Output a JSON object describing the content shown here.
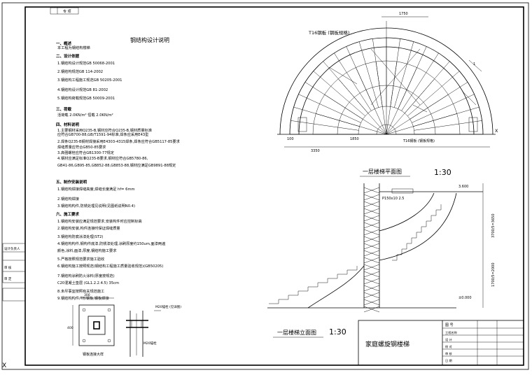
{
  "sheet": {
    "top_tag": "专 项",
    "notes_title": "钢结构设计说明",
    "notes": [
      {
        "t": "一、概述",
        "b": true
      },
      {
        "t": "本工程为钢结构楼梯"
      },
      {
        "t": "二、设计依据",
        "b": true
      },
      {
        "t": "1.钢结构设计规范GB 50068-2001"
      },
      {
        "t": "2.钢结构规范GB 114-2002"
      },
      {
        "t": "3.钢结构工程施工规范GB 50205-2001"
      },
      {
        "t": "4.钢结构设计规范GB 81-2002"
      },
      {
        "t": "5.钢结构荷载规范GB 50009-2001"
      },
      {
        "t": "三、荷载",
        "b": true
      },
      {
        "t": "活荷载 2.0KN/m²    恒载 2.0KN/m²"
      },
      {
        "t": "四、材料说明",
        "b": true
      },
      {
        "t": "1.主要钢材采用Q235-B,钢材应符合Q235-B,钢材质量标准"
      },
      {
        "t": "   应符合GB700-88,GB/T1591-94标准,焊条应采用E43型"
      },
      {
        "t": "2.焊条Q235-B钢材焊接采用E4303-4315焊条,焊条应符合GB5117-85要求"
      },
      {
        "t": "   焊缝质量应符合GB50-85要求"
      },
      {
        "t": "3.高强螺栓应符合GB1300-77规定"
      },
      {
        "t": "4.钢材应满足标准Q235-B要求,钢材应符合GB5780-86,"
      },
      {
        "t": "GB41-86,GB95-85,GB852-88,GB853-88,钢材应满足GB9891-88规定"
      },
      {
        "t": "五、制作安装说明",
        "b": true
      },
      {
        "t": "1.钢结构焊接焊缝高度,焊缝长度满足 hf= 6mm"
      },
      {
        "t": "2.钢结构焊接"
      },
      {
        "t": "3.钢结构构件,防锈处理见说明(见图纸说明N0.4)"
      },
      {
        "t": "六、施工要求",
        "b": true
      },
      {
        "t": "1.钢结构安装应满足规范要求,安装构件时应控制标高"
      },
      {
        "t": "2.钢结构安装,构件连接时保证焊缝质量"
      },
      {
        "t": "3.钢结构防腐涂漆处理(ST2)"
      },
      {
        "t": "4.钢结构构件,钢构件底漆,防锈漆处理,涂刷厚度约150um,面漆两遍"
      },
      {
        "t": "   颜色,涂料,面漆,厚度,钢结构施工要求"
      },
      {
        "t": "5.严格按照规范要求施工验收"
      },
      {
        "t": "6.钢结构施工按照规范(钢结构工程施工质量验收规范)(GB50205)"
      },
      {
        "t": "7.钢结构涂刷防火涂料(厚度按规范)"
      },
      {
        "t": "   C20混凝土垫层    (GL1.2.2.4.5)    35cm"
      },
      {
        "t": "8.未尽事宜按照有关规范施工"
      },
      {
        "t": "9.钢结构构件,T形钢板,钢板焊接"
      }
    ],
    "plan_title": "一层楼梯平面图",
    "plan_scale": "1:30",
    "elev_title": "一层楼梯立面图",
    "elev_scale": "1:30",
    "plan_dims": [
      "1750",
      "3350",
      "1850",
      "100",
      "T16钢板 (钢板规格)",
      "T16钢板 (钢板规格)",
      "X"
    ],
    "elev_labels": [
      "±0.000",
      "3.600",
      "P150x10 2.5",
      "3700/5=3650",
      "1700/5=2000"
    ],
    "detail_labels": [
      "钢板连接大样",
      "M20锚栓 (见详图)",
      "M20锚栓"
    ],
    "left_bar": [
      "设计负责人",
      "审 核",
      "审 定"
    ],
    "title_block": {
      "drawing_name": "家庭螺旋钢楼梯",
      "labels": [
        "图 号",
        "工程名称",
        "设 计",
        "校 对",
        "审 核",
        "日 期"
      ]
    },
    "corner_mark": "X"
  }
}
